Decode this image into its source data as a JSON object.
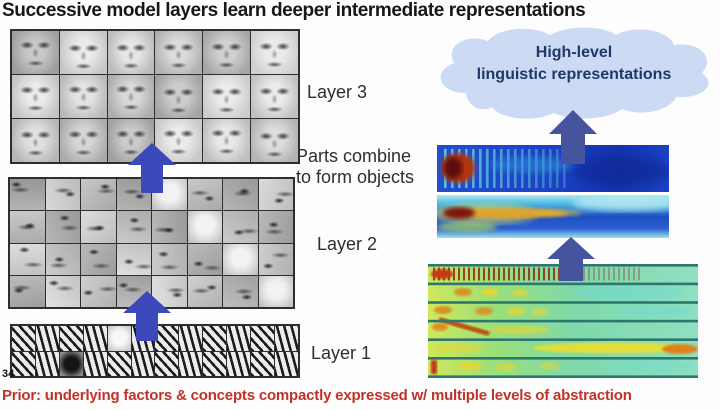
{
  "title": "Successive model layers learn deeper intermediate representations",
  "slide_number": "34",
  "left_panel": {
    "grids": [
      {
        "label": "Layer 3",
        "kind": "faces",
        "cols": 6,
        "rows": 3
      },
      {
        "label": "Layer 2",
        "kind": "parts",
        "cols": 8,
        "rows": 4
      },
      {
        "label": "Layer 1",
        "kind": "edges",
        "cols": 12,
        "rows": 2
      }
    ],
    "annotation": "Parts combine\nto form objects"
  },
  "right_panel": {
    "cloud_label": "High-level\nlinguistic representations"
  },
  "footer": {
    "text": "Prior: underlying factors & concepts compactly expressed w/ multiple levels of abstraction"
  },
  "colors": {
    "arrow_blue": "#3c49ba",
    "arrow_slate": "#46539d",
    "cloud_fill": "#ccdbf3",
    "cloud_text": "#20376b",
    "footer_red": "#bf3329",
    "title_black": "#171717",
    "spectrogram_divider": "#2e7670"
  }
}
